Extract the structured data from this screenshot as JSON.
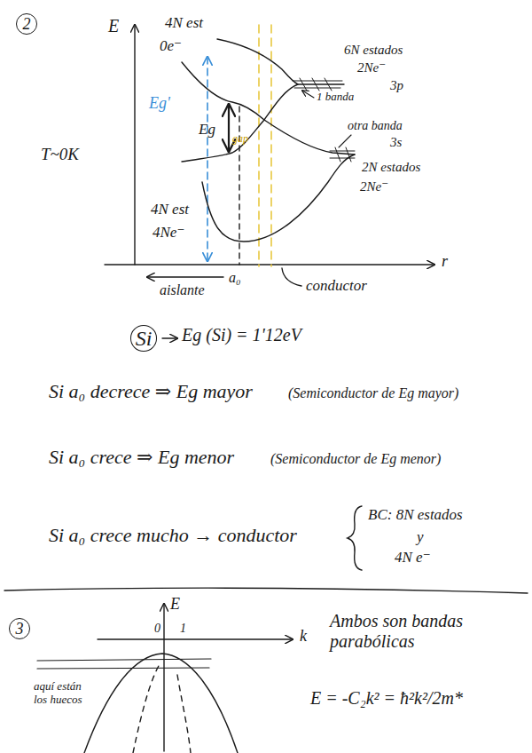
{
  "diagram": {
    "nodes": [
      {
        "text": [
          "2"
        ]
      },
      {
        "text": [
          "Si"
        ]
      },
      {
        "text": [
          "3"
        ]
      }
    ],
    "labels": [
      "E",
      "4N est",
      "0e⁻",
      "Eg'",
      "Eg",
      "gap",
      "6N estados",
      "2Ne⁻",
      "1 banda",
      "3p",
      "otra banda",
      "3s",
      "2N estados",
      "2Ne⁻",
      "T~0K",
      "4N est",
      "4Ne⁻",
      "r",
      "aislante",
      "a₀",
      "conductor",
      "Eg (Si) = 1'12eV",
      "Si a₀ decrece ⇒ Eg mayor",
      "(Semiconductor de Eg mayor)",
      "Si a₀ crece ⇒ Eg menor",
      "(Semiconductor de Eg menor)",
      "Si a₀ crece mucho → conductor",
      "BC: 8N estados",
      "y",
      "4N e⁻",
      "E",
      "0",
      "1",
      "k",
      "aquí están los huecos",
      "Ambos son bandas parabólicas",
      "E = -C₂k² = ħ²k²/2m*"
    ]
  }
}
